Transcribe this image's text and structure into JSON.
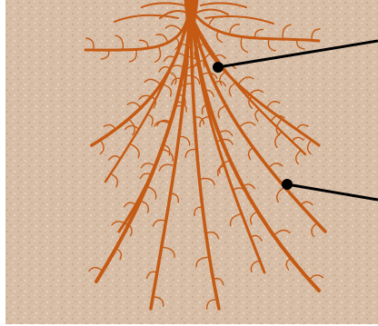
{
  "diagram": {
    "subject": "fibrous-root-system",
    "colors": {
      "soil": "#d8bea6",
      "soil_dark": "#c7a98f",
      "soil_light": "#ead7c4",
      "root": "#c55a14",
      "pointer": "#000000"
    },
    "pointers": [
      {
        "name": "pointer-upper",
        "label": ""
      },
      {
        "name": "pointer-lower",
        "label": ""
      }
    ]
  }
}
